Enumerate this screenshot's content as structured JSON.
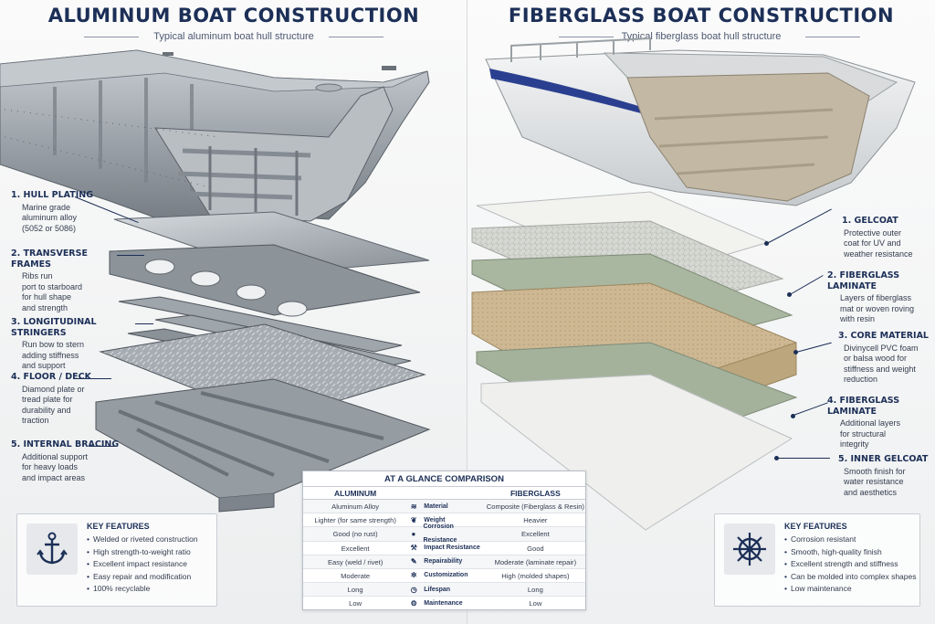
{
  "aluminum": {
    "title": "ALUMINUM BOAT CONSTRUCTION",
    "subtitle": "Typical aluminum boat hull structure",
    "callouts": [
      {
        "title": "1. HULL PLATING",
        "text": "Marine grade\naluminum alloy\n(5052 or 5086)"
      },
      {
        "title": "2. TRANSVERSE FRAMES",
        "text": "Ribs run\nport to starboard\nfor hull shape\nand strength"
      },
      {
        "title": "3. LONGITUDINAL STRINGERS",
        "text": "Run bow to stern\nadding stiffness\nand support"
      },
      {
        "title": "4. FLOOR / DECK",
        "text": "Diamond plate or\ntread plate for\ndurability and\ntraction"
      },
      {
        "title": "5. INTERNAL BRACING",
        "text": "Additional support\nfor heavy loads\nand impact areas"
      }
    ],
    "features": {
      "icon": "anchor-icon",
      "title": "KEY FEATURES",
      "items": [
        "Welded or riveted construction",
        "High strength-to-weight ratio",
        "Excellent impact resistance",
        "Easy repair and modification",
        "100% recyclable"
      ]
    }
  },
  "fiberglass": {
    "title": "FIBERGLASS BOAT CONSTRUCTION",
    "subtitle": "Typical fiberglass boat hull structure",
    "callouts": [
      {
        "title": "1. GELCOAT",
        "text": "Protective outer\ncoat for UV and\nweather resistance"
      },
      {
        "title": "2. FIBERGLASS LAMINATE",
        "text": "Layers of fiberglass\nmat or woven roving\nwith resin"
      },
      {
        "title": "3. CORE MATERIAL",
        "text": "Divinycell PVC foam\nor balsa wood for\nstiffness and weight\nreduction"
      },
      {
        "title": "4. FIBERGLASS LAMINATE",
        "text": "Additional layers\nfor structural\nintegrity"
      },
      {
        "title": "5. INNER GELCOAT",
        "text": "Smooth finish for\nwater resistance\nand aesthetics"
      }
    ],
    "features": {
      "icon": "ship-wheel-icon",
      "title": "KEY FEATURES",
      "items": [
        "Corrosion resistant",
        "Smooth, high-quality finish",
        "Excellent strength and stiffness",
        "Can be molded into complex shapes",
        "Low maintenance"
      ]
    }
  },
  "comparison": {
    "title": "AT A GLANCE COMPARISON",
    "headers": {
      "left": "ALUMINUM",
      "right": "FIBERGLASS"
    },
    "rows": [
      {
        "icon": "layers-icon",
        "label": "Material",
        "aluminum": "Aluminum Alloy",
        "fiberglass": "Composite (Fiberglass & Resin)"
      },
      {
        "icon": "feather-icon",
        "label": "Weight",
        "aluminum": "Lighter (for same strength)",
        "fiberglass": "Heavier"
      },
      {
        "icon": "droplet-icon",
        "label": "Corrosion Resistance",
        "aluminum": "Good (no rust)",
        "fiberglass": "Excellent"
      },
      {
        "icon": "hammer-icon",
        "label": "Impact Resistance",
        "aluminum": "Excellent",
        "fiberglass": "Good"
      },
      {
        "icon": "wrench-icon",
        "label": "Repairability",
        "aluminum": "Easy (weld / rivet)",
        "fiberglass": "Moderate (laminate repair)"
      },
      {
        "icon": "gear-icon",
        "label": "Customization",
        "aluminum": "Moderate",
        "fiberglass": "High (molded shapes)"
      },
      {
        "icon": "clock-icon",
        "label": "Lifespan",
        "aluminum": "Long",
        "fiberglass": "Long"
      },
      {
        "icon": "settings-icon",
        "label": "Maintenance",
        "aluminum": "Low",
        "fiberglass": "Low"
      }
    ]
  },
  "colors": {
    "navy": "#1c2f57",
    "aluminum": "#9aa1a8",
    "gelcoat": "#f2f2ef",
    "glass_mat": "#d9dbd6",
    "laminate": "#a9b7a0",
    "core": "#cdb893",
    "hull_stripe": "#2a3f8f"
  }
}
